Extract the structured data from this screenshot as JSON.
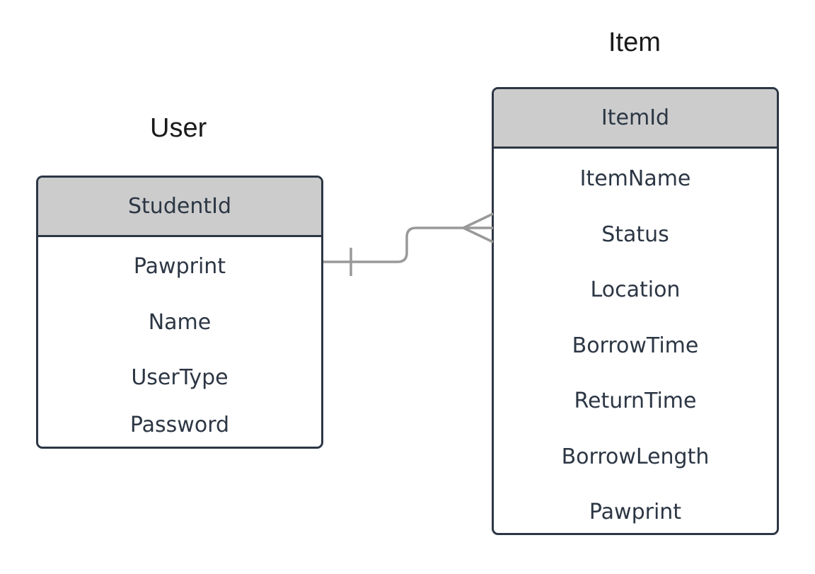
{
  "entities": {
    "user": {
      "title": "User",
      "primary_key": "StudentId",
      "attributes": [
        "Pawprint",
        "Name",
        "UserType",
        "Password"
      ]
    },
    "item": {
      "title": "Item",
      "primary_key": "ItemId",
      "attributes": [
        "ItemName",
        "Status",
        "Location",
        "BorrowTime",
        "ReturnTime",
        "BorrowLength",
        "Pawprint"
      ]
    }
  },
  "relationship": {
    "from": "User",
    "to": "Item",
    "from_cardinality": "one",
    "to_cardinality": "many",
    "line_color": "#999999"
  },
  "colors": {
    "header_fill": "#cccccc",
    "border": "#2c3644",
    "text": "#2c3644"
  }
}
